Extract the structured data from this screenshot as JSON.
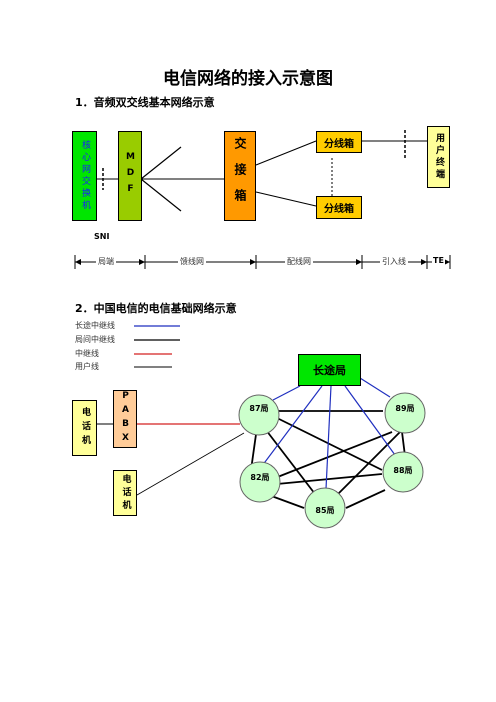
{
  "title": "电信网络的接入示意图",
  "section1": {
    "heading": "1．音频双交线基本网络示意",
    "core_switch": "核心网交换机",
    "mdf": "MDF",
    "exchange_box": "交接箱",
    "dist_box_top": "分线箱",
    "dist_box_bottom": "分线箱",
    "user_terminal": "用户终端",
    "sni": "SNI",
    "segments": [
      "局端",
      "馈线网",
      "配线网",
      "引入线",
      "TE"
    ]
  },
  "section2": {
    "heading": "2．中国电信的电信基础网络示意",
    "legend": [
      {
        "label": "长途中继线",
        "color": "#1f2fbf"
      },
      {
        "label": "局间中继线",
        "color": "#000000"
      },
      {
        "label": "中继线",
        "color": "#d42020"
      },
      {
        "label": "用户线",
        "color": "#000000"
      }
    ],
    "long_distance": "长途局",
    "offices": [
      "87局",
      "89局",
      "82局",
      "88局",
      "85局"
    ],
    "phone1": "电话机",
    "pabx": "PABX",
    "phone2": "电话机"
  },
  "colors": {
    "core_green": "#00e600",
    "mdf_green": "#99cc00",
    "exchange_orange": "#ff9900",
    "dist_yellow": "#ffcc00",
    "terminal_yellow": "#ffff99",
    "office_green": "#ccffcc",
    "pabx_peach": "#ffcc99"
  }
}
